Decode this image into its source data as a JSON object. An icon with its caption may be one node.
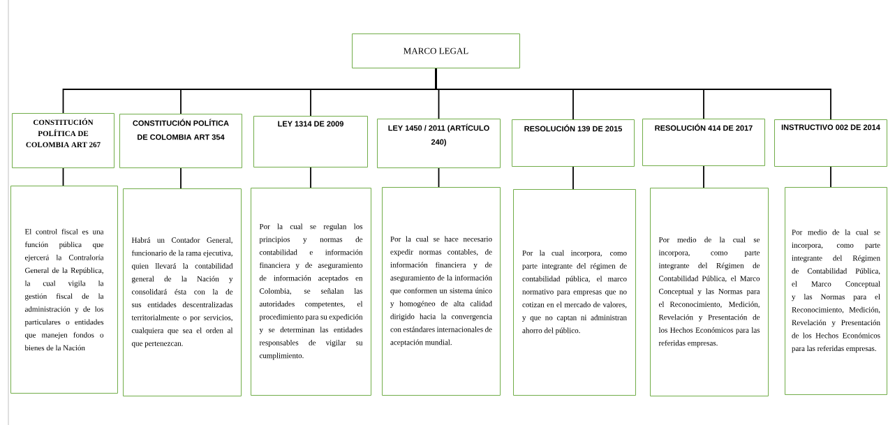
{
  "diagram": {
    "nodes": [
      {
        "text": [
          "MARCO LEGAL"
        ]
      },
      {
        "text": [
          "CONSTITUCIÓN POLÍTICA DE COLOMBIA ART 267"
        ]
      },
      {
        "text": [
          "CONSTITUCIÓN POLÍTICA DE COLOMBIA ART 354"
        ]
      },
      {
        "text": [
          "LEY 1314 DE 2009"
        ]
      },
      {
        "text": [
          "LEY 1450 / 2011 (ARTÍCULO 240)"
        ]
      },
      {
        "text": [
          "RESOLUCIÓN 139 DE 2015"
        ]
      },
      {
        "text": [
          "RESOLUCIÓN 414 DE 2017"
        ]
      },
      {
        "text": [
          "INSTRUCTIVO 002 DE 2014"
        ]
      },
      {
        "text": [
          "El control fiscal es una función pública que ejercerá la Contraloría General de la República, la cual vigila la gestión fiscal de la administración y de los particulares o entidades que manejen fondos o bienes de la Nación"
        ]
      },
      {
        "text": [
          "Habrá un Contador General, funcionario de la rama ejecutiva, quien llevará la contabilidad general de la Nación y consolidará ésta con la de sus entidades descentralizadas territorialmente o por servicios, cualquiera que sea el orden al que pertenezcan."
        ]
      },
      {
        "text": [
          "Por la cual se regulan los principios y normas de contabilidad e información financiera y de aseguramiento de información aceptados en Colombia, se señalan las autoridades competentes, el procedimiento para su expedición y se determinan las entidades responsables de vigilar su cumplimiento."
        ]
      },
      {
        "text": [
          "Por la cual se hace necesario expedir normas contables, de información financiera y de aseguramiento de la información que conformen un sistema único y homogéneo de alta calidad dirigido hacia la convergencia con estándares internacionales de aceptación mundial."
        ]
      },
      {
        "text": [
          "Por la cual incorpora, como parte integrante del régimen de contabilidad pública, el marco normativo para empresas que no cotizan en el mercado de valores, y que no captan ni administran ahorro del público."
        ]
      },
      {
        "text": [
          "Por medio de la cual se incorpora, como parte integrante del Régimen de Contabilidad Pública, el Marco Conceptual y las Normas para el Reconocimiento, Medición, Revelación y Presentación de los Hechos Económicos para las referidas empresas."
        ]
      },
      {
        "text": [
          "Por medio de la cual se incorpora, como parte integrante del Régimen de Contabilidad Pública, el Marco Conceptual y las Normas para el Reconocimiento, Medición, Revelación y Presentación de los Hechos Económicos para las referidas empresas."
        ]
      }
    ],
    "edges": [
      {
        "from": 0,
        "to": 1,
        "arrow": "none"
      },
      {
        "from": 0,
        "to": 2,
        "arrow": "none"
      },
      {
        "from": 0,
        "to": 3,
        "arrow": "none"
      },
      {
        "from": 0,
        "to": 4,
        "arrow": "none"
      },
      {
        "from": 0,
        "to": 5,
        "arrow": "none"
      },
      {
        "from": 0,
        "to": 6,
        "arrow": "none"
      },
      {
        "from": 0,
        "to": 7,
        "arrow": "none"
      },
      {
        "from": 1,
        "to": 8,
        "arrow": "none"
      },
      {
        "from": 2,
        "to": 9,
        "arrow": "none"
      },
      {
        "from": 3,
        "to": 10,
        "arrow": "none"
      },
      {
        "from": 4,
        "to": 11,
        "arrow": "none"
      },
      {
        "from": 5,
        "to": 12,
        "arrow": "none"
      },
      {
        "from": 6,
        "to": 13,
        "arrow": "none"
      },
      {
        "from": 7,
        "to": 14,
        "arrow": "none"
      }
    ]
  }
}
